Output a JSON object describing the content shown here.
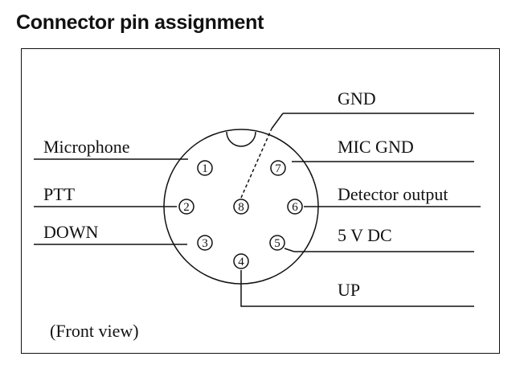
{
  "title": "Connector pin assignment",
  "view_note": "(Front view)",
  "pins": [
    {
      "number": "1",
      "label": "Microphone"
    },
    {
      "number": "2",
      "label": "PTT"
    },
    {
      "number": "3",
      "label": "DOWN"
    },
    {
      "number": "4",
      "label": "UP"
    },
    {
      "number": "5",
      "label": "5 V DC"
    },
    {
      "number": "6",
      "label": "Detector output"
    },
    {
      "number": "7",
      "label": "MIC GND"
    },
    {
      "number": "8",
      "label": "GND"
    }
  ]
}
